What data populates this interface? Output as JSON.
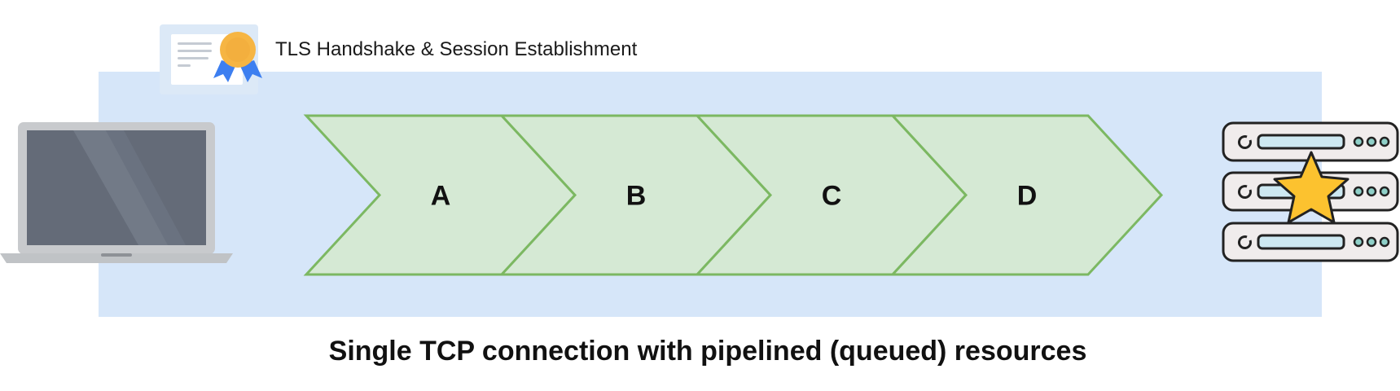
{
  "tls": {
    "label": "TLS Handshake & Session Establishment",
    "icon": "certificate-icon"
  },
  "client": {
    "icon": "laptop-icon"
  },
  "server": {
    "icon": "server-rack-icon",
    "badge_icon": "star-icon"
  },
  "pipeline": {
    "resources": [
      "A",
      "B",
      "C",
      "D"
    ]
  },
  "caption": "Single TCP connection with pipelined (queued) resources",
  "colors": {
    "connection_band": "#d6e6f9",
    "chevron_fill": "#d5e9d4",
    "chevron_stroke": "#7cb862",
    "laptop_body": "#c8cacd",
    "laptop_screen": "#646b78",
    "server_bezel": "#f0ecec",
    "server_slot": "#cde8f1",
    "star": "#fcc22f",
    "ribbon": "#3d7ff0",
    "medal": "#f6b543"
  }
}
